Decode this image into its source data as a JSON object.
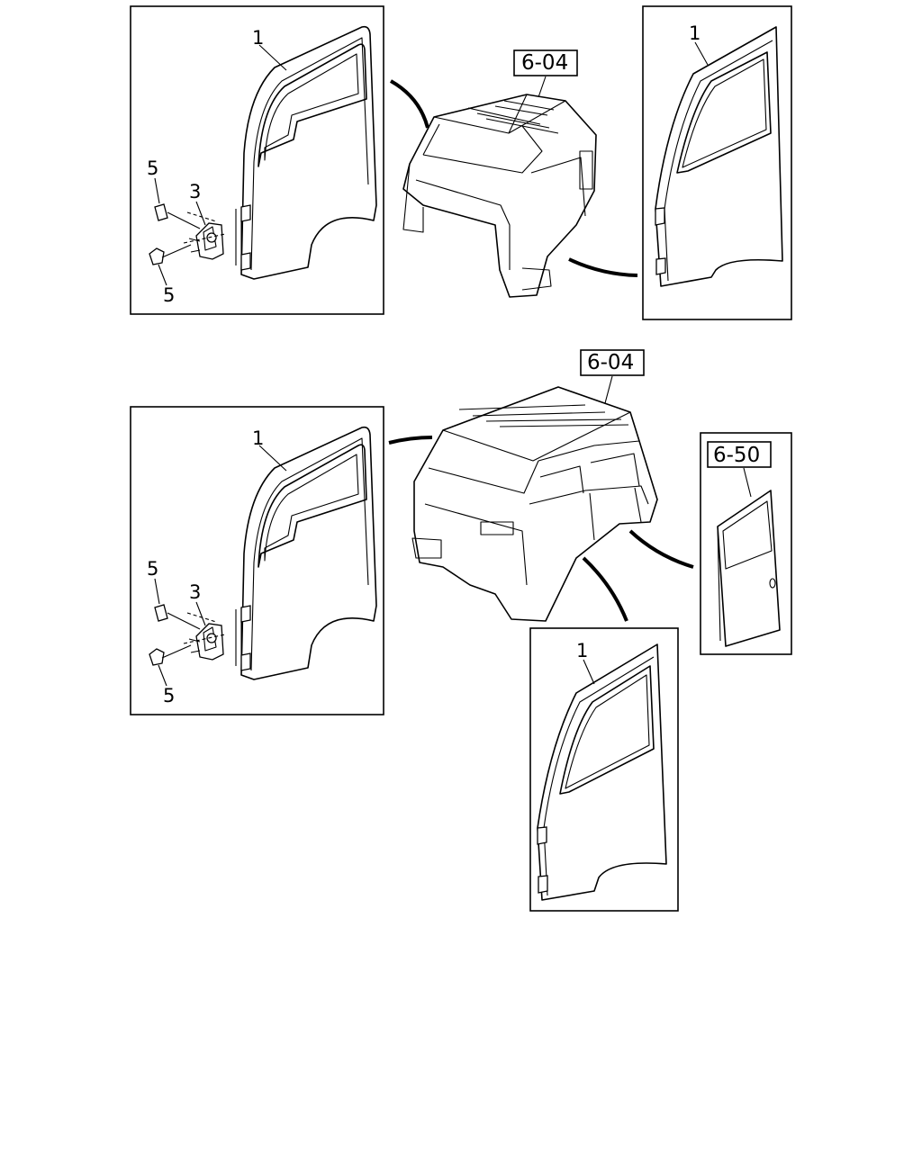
{
  "panels": {
    "top_left_door": {
      "part_label": "1",
      "hinge_label": "3",
      "bolt_label_upper": "5",
      "bolt_label_lower": "5"
    },
    "top_right_door": {
      "part_label": "1"
    },
    "mid_left_door": {
      "part_label": "1",
      "hinge_label": "3",
      "bolt_label_upper": "5",
      "bolt_label_lower": "5"
    },
    "rear_door": {
      "reference": "6-50"
    },
    "bottom_door": {
      "part_label": "1"
    }
  },
  "cab_references": {
    "standard_cab": "6-04",
    "crew_cab": "6-04"
  }
}
